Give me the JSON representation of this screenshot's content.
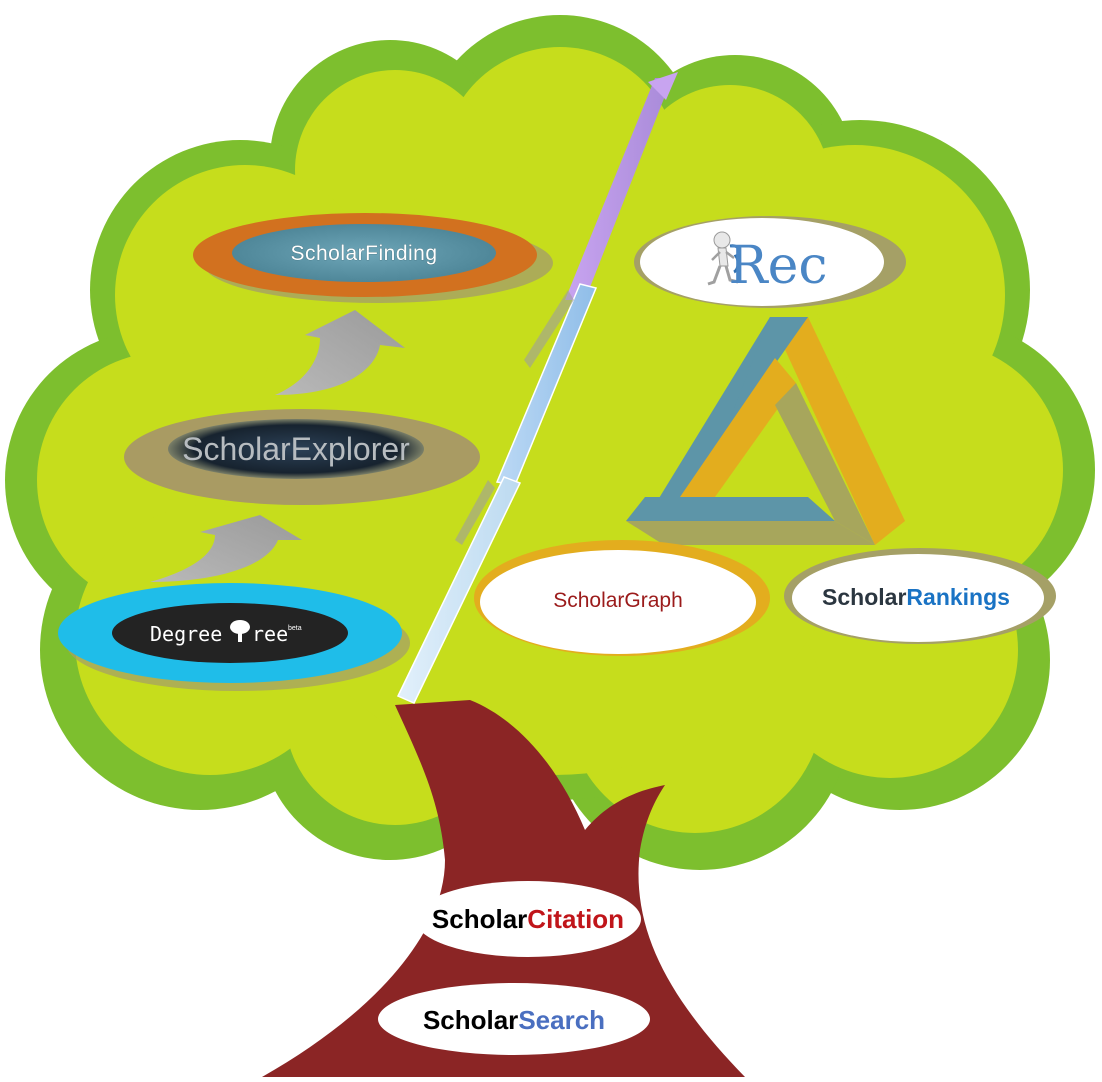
{
  "tree": {
    "left_branch": [
      {
        "id": "scholarfinding",
        "label": "ScholarFinding"
      },
      {
        "id": "scholarexplorer",
        "label": "ScholarExplorer"
      },
      {
        "id": "degreetree",
        "label_pre": "Degree",
        "label_post": "ree",
        "beta": "beta"
      }
    ],
    "right_branch": {
      "rec": {
        "label": "Rec"
      },
      "scholargraph": {
        "label": "ScholarGraph"
      },
      "scholarrankings": {
        "prefix": "Scholar",
        "suffix": "Rankings"
      }
    },
    "trunk": {
      "citation": {
        "prefix": "Scholar",
        "suffix": "Citation"
      },
      "search": {
        "prefix": "Scholar",
        "suffix": "Search"
      }
    }
  },
  "colors": {
    "canopy_outer": "#7dbf2e",
    "canopy_inner": "#c6dd1c",
    "trunk": "#8b2525",
    "finding_ring": "#d2711f",
    "finding_fill": "#5d95a8",
    "explorer_ring": "#a99b63",
    "explorer_fill": "#1d2e3f",
    "degree_ring": "#1fbde9",
    "degree_fill": "#232323",
    "graph_label": "#9b1b1b",
    "rankings_prefix": "#2b3640",
    "rankings_suffix": "#1a73c4",
    "citation_suffix": "#c0151a",
    "search_suffix": "#4a6fc0"
  },
  "icons": [
    "arrow-up-icon",
    "rec-person-icon",
    "penrose-triangle-icon",
    "tree-logo-icon"
  ]
}
